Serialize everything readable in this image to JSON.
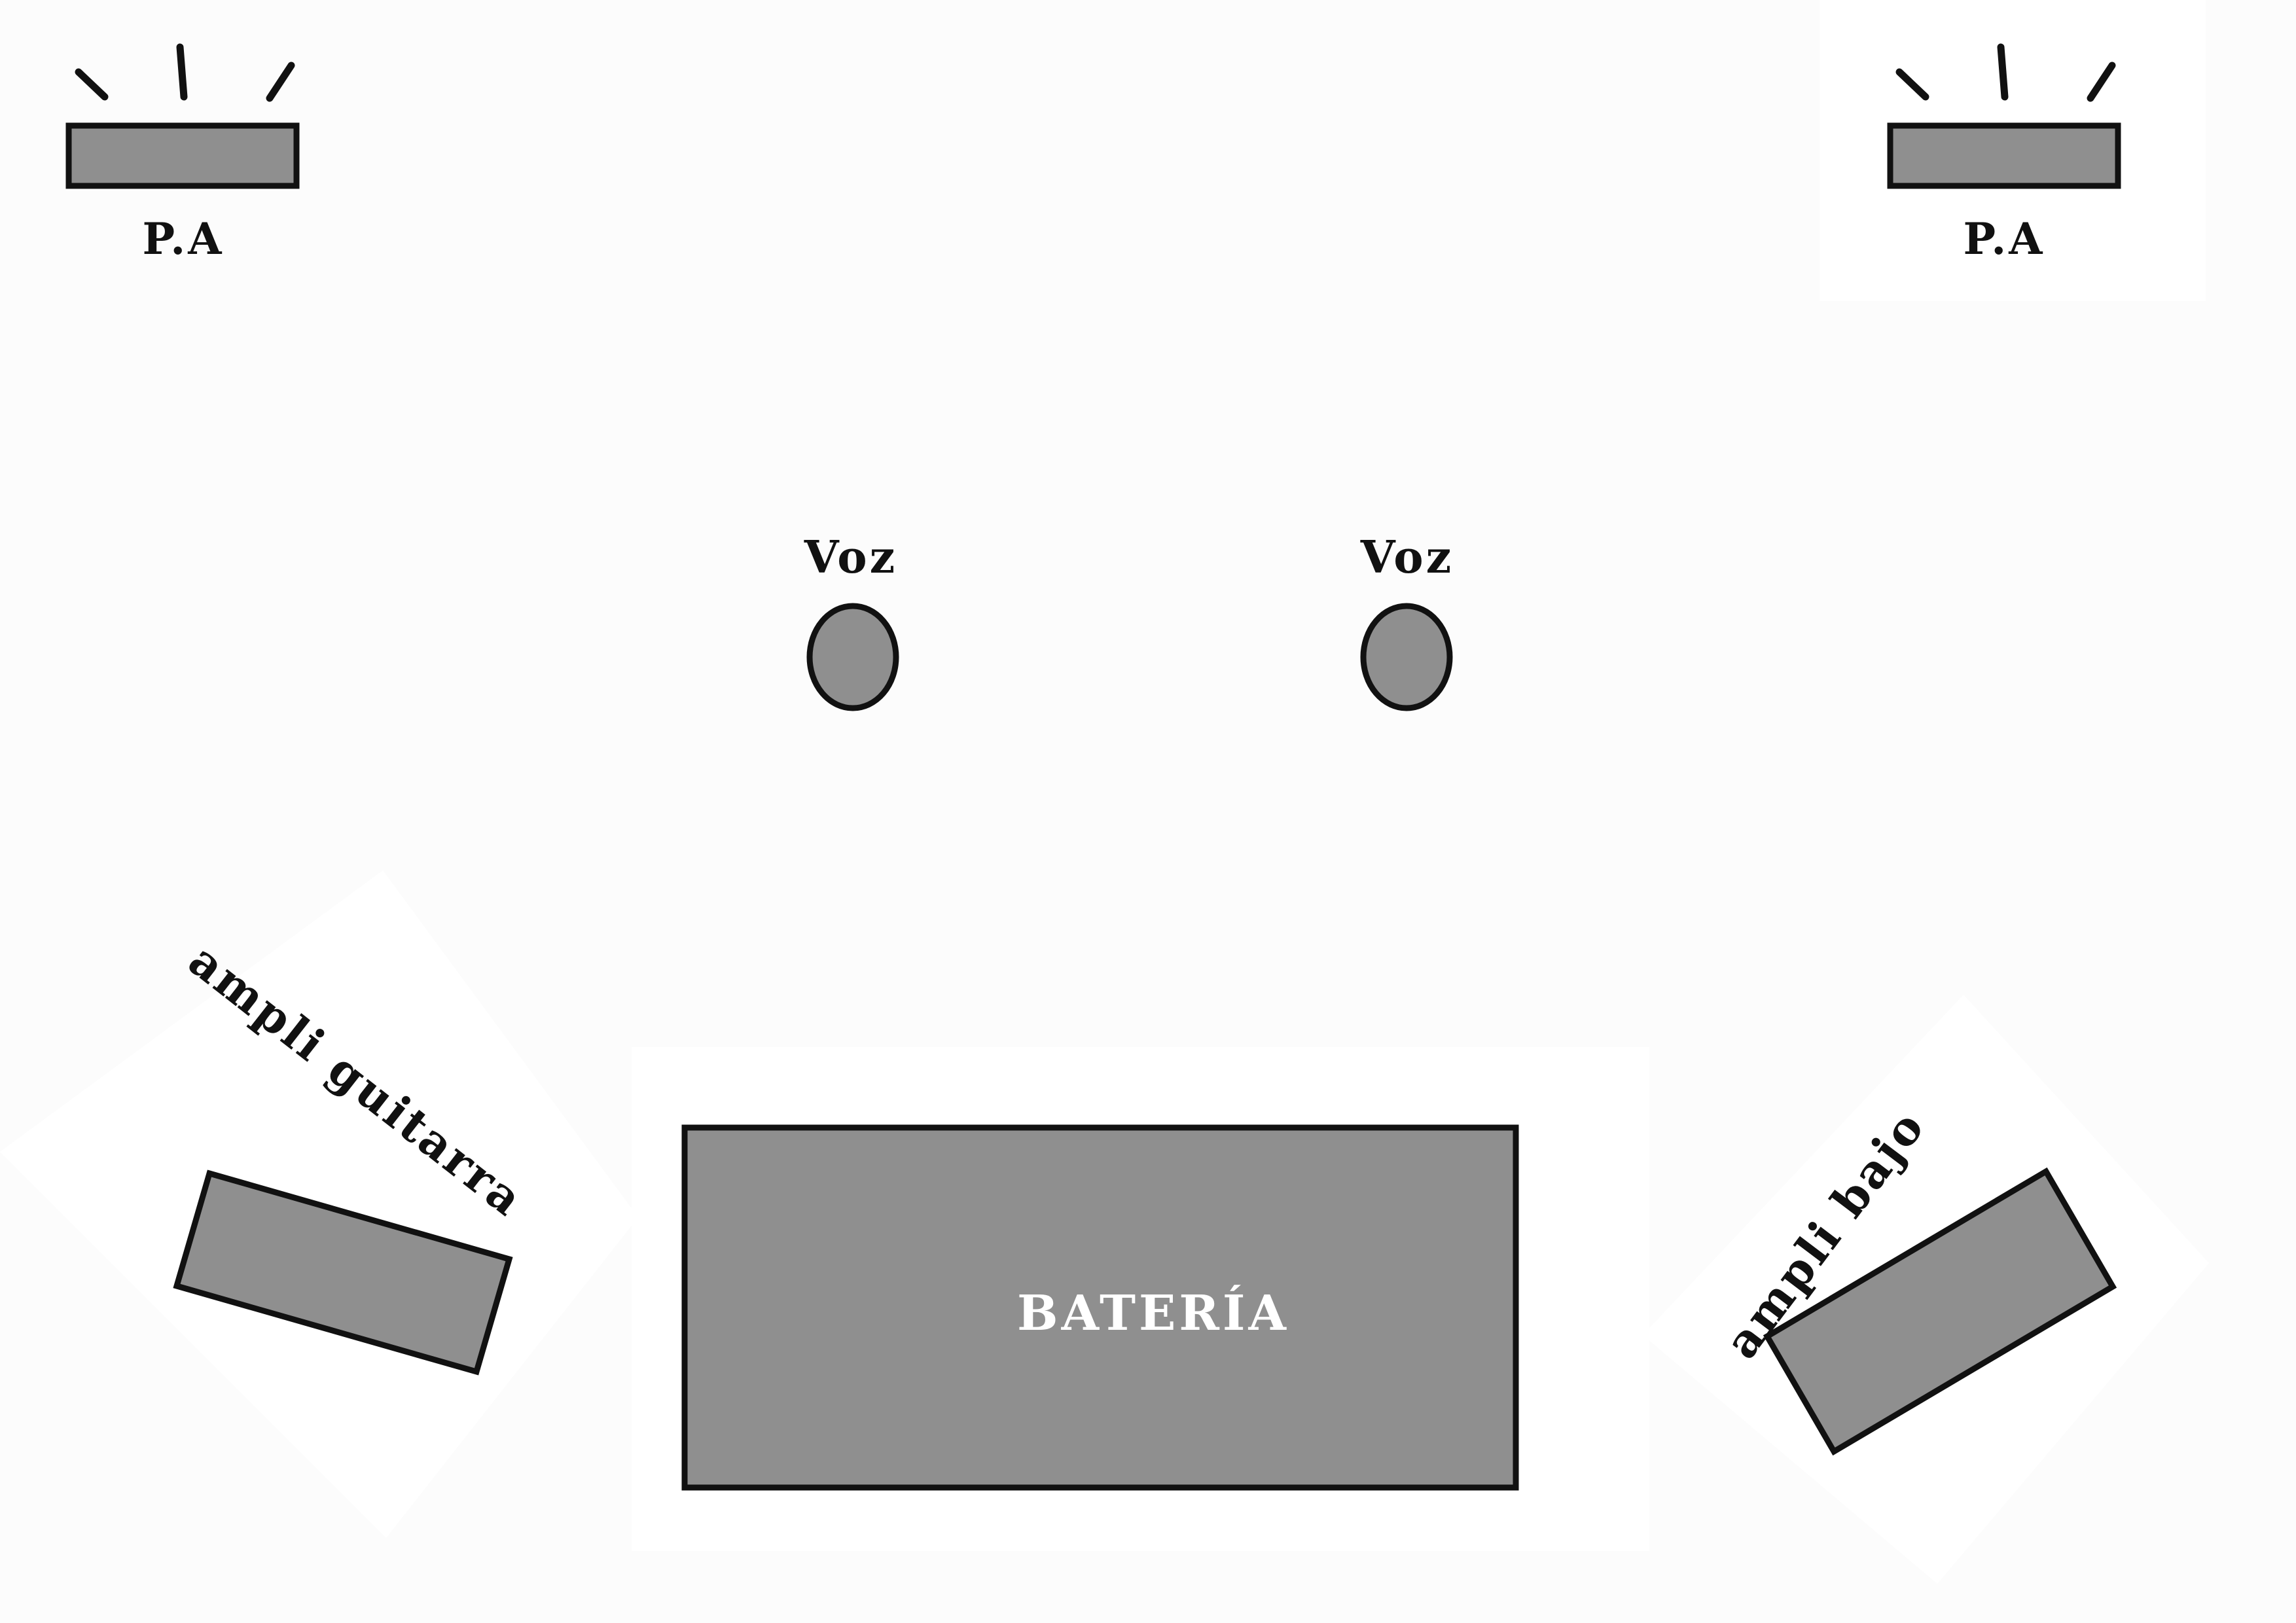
{
  "diagram": {
    "pa_left": {
      "label": "P.A"
    },
    "pa_right": {
      "label": "P.A"
    },
    "vocal_left": {
      "label": "Voz"
    },
    "vocal_right": {
      "label": "Voz"
    },
    "guitar_amp": {
      "label": "ampli guitarra"
    },
    "bass_amp": {
      "label": "ampli bajo"
    },
    "drums": {
      "label": "BATERÍA"
    }
  },
  "colors": {
    "background": "#fcfcfc",
    "panel": "#ffffff",
    "equipment_fill": "#8f8f8f",
    "outline": "#111111",
    "drums_label": "#ffffff"
  }
}
